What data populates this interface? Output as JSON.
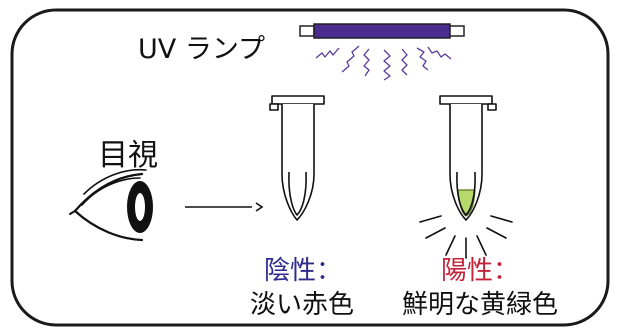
{
  "colors": {
    "frame": "#1a1a1a",
    "lamp_tube": "#4b2d8f",
    "uv_wave": "#5a3a9a",
    "negative_title": "#2d2b8c",
    "positive_title": "#c42239",
    "positive_liquid": "#b7d86a"
  },
  "uv_lamp": {
    "label": "UV ランプ",
    "icon": "uv-lamp-icon"
  },
  "observer": {
    "label": "目視",
    "icon": "eye-icon"
  },
  "negative": {
    "title": "陰性：",
    "description": "淡い赤色",
    "icon": "tube-icon"
  },
  "positive": {
    "title": "陽性：",
    "description": "鮮明な黄緑色",
    "icon": "tube-icon"
  }
}
